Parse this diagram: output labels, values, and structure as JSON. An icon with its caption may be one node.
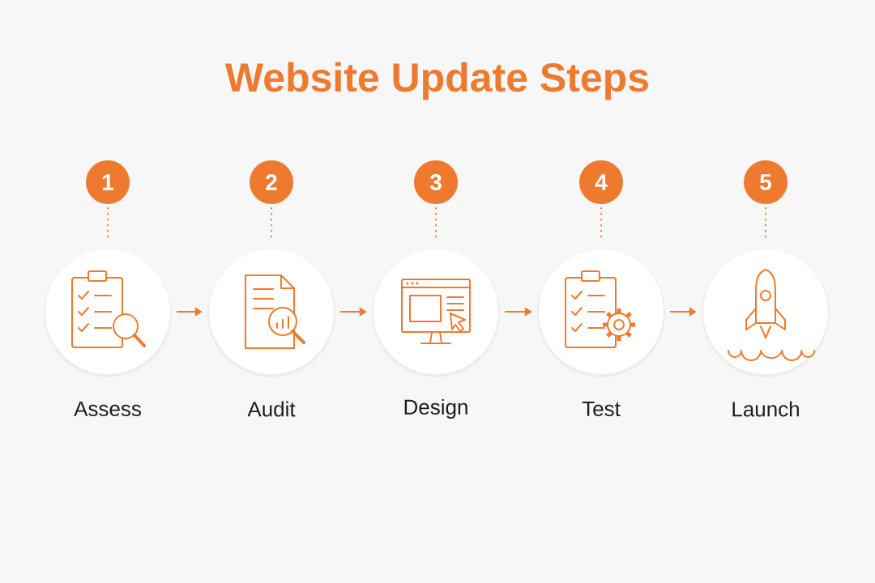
{
  "diagram": {
    "title": "Website Update Steps",
    "nodes": [
      {
        "text": [
          "1"
        ]
      },
      {
        "text": [
          "2"
        ]
      },
      {
        "text": [
          "3"
        ]
      },
      {
        "text": [
          "4"
        ]
      },
      {
        "text": [
          "5"
        ]
      },
      {
        "text": [
          "Assess"
        ]
      },
      {
        "text": [
          "Audit"
        ]
      },
      {
        "text": [
          "Design"
        ]
      },
      {
        "text": [
          "Test"
        ]
      },
      {
        "text": [
          "Launch"
        ]
      }
    ],
    "edges": [
      {
        "from": 0,
        "to": 5,
        "arrow": "none",
        "style": "dashed"
      },
      {
        "from": 1,
        "to": 6,
        "arrow": "none",
        "style": "dashed"
      },
      {
        "from": 2,
        "to": 7,
        "arrow": "none",
        "style": "dashed"
      },
      {
        "from": 3,
        "to": 8,
        "arrow": "none",
        "style": "dashed"
      },
      {
        "from": 4,
        "to": 9,
        "arrow": "none",
        "style": "dashed"
      },
      {
        "from": 5,
        "to": 6,
        "arrow": "to"
      },
      {
        "from": 6,
        "to": 7,
        "arrow": "to"
      },
      {
        "from": 7,
        "to": 8,
        "arrow": "to"
      },
      {
        "from": 8,
        "to": 9,
        "arrow": "to"
      }
    ]
  }
}
